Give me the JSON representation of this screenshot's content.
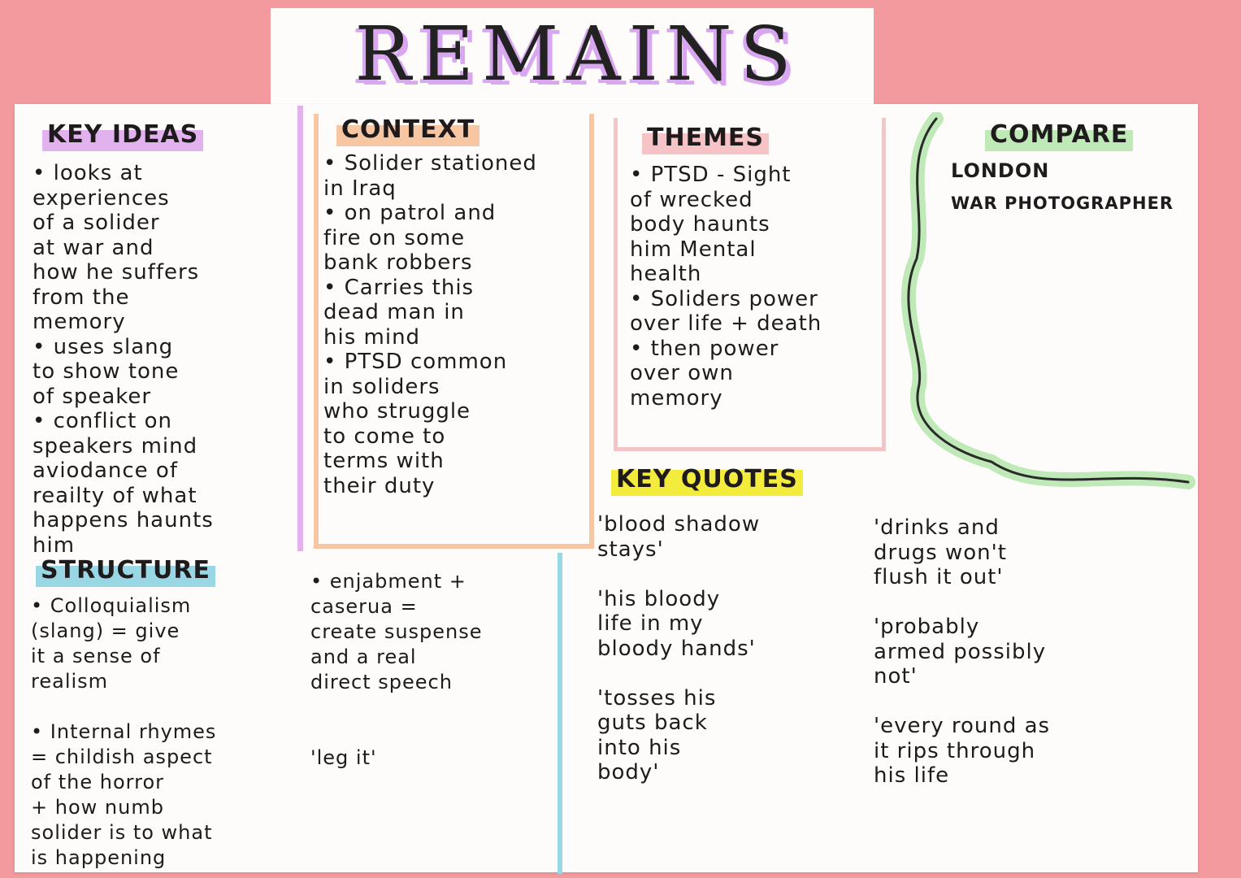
{
  "title": "REMAINS",
  "key_ideas": {
    "heading": "KEY IDEAS",
    "text": "• looks at\nexperiences\nof a solider\nat war and\nhow he suffers\nfrom the\nmemory\n• uses slang\nto show tone\nof speaker\n• conflict on\nspeakers mind\naviodance of\nreailty of what\nhappens haunts\nhim"
  },
  "context": {
    "heading": "CONTEXT",
    "text": "• Solider stationed\nin Iraq\n• on patrol and\nfire on some\nbank robbers\n• Carries this\ndead man in\nhis mind\n• PTSD common\nin soliders\nwho struggle\nto come to\nterms with\ntheir duty"
  },
  "themes": {
    "heading": "THEMES",
    "text": "• PTSD - Sight\nof wrecked\nbody haunts\nhim Mental\nhealth\n• Soliders power\nover life + death\n• then power\nover own\nmemory"
  },
  "compare": {
    "heading": "COMPARE",
    "items": [
      "LONDON",
      "WAR PHOTOGRAPHER"
    ]
  },
  "structure": {
    "heading": "STRUCTURE",
    "col1": "• Colloquialism\n(slang) = give\nit a sense of\nrealism\n\n• Internal rhymes\n= childish aspect\nof the horror\n+ how numb\nsolider is to what\nis happening",
    "col2": "• enjabment +\ncaserua =\ncreate suspense\nand a real\ndirect speech\n\n\n'leg it'"
  },
  "key_quotes": {
    "heading": "KEY QUOTES",
    "col1": "'blood shadow\nstays'\n\n'his bloody\nlife in my\nbloody hands'\n\n'tosses his\nguts back\ninto his\nbody'",
    "col2": "'drinks and\ndrugs won't\nflush it out'\n\n'probably\narmed possibly\nnot'\n\n'every round as\nit rips through\nhis life"
  },
  "colors": {
    "background": "#f39a9e",
    "purple": "#e2b2ef",
    "orange": "#f7c7a3",
    "pink": "#f6c4c6",
    "blue": "#9ad7e4",
    "yellow": "#f3ec3c",
    "green": "#bfe9b7"
  }
}
